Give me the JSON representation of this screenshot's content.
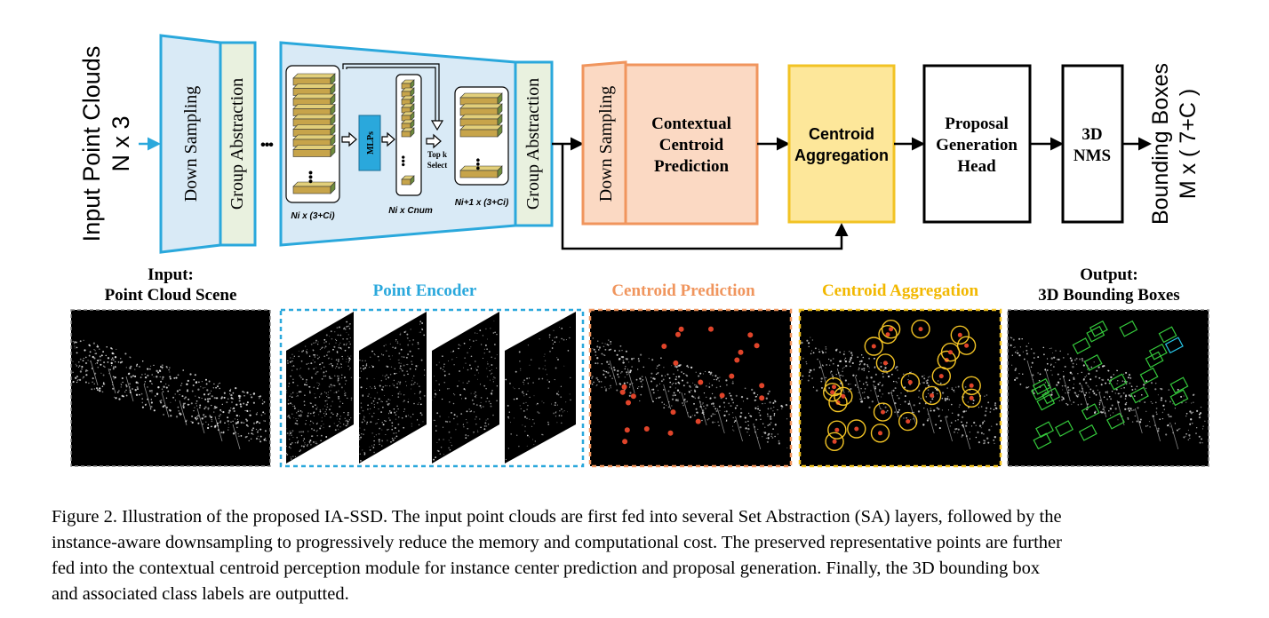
{
  "pipeline": {
    "input_label": "Input Point Clouds",
    "input_dims": "N x 3",
    "sa1": {
      "down_sampling": "Down Sampling",
      "group_abstraction": "Group Abstraction"
    },
    "ellipsis": "•••",
    "sa2": {
      "group_abstraction": "Group Abstraction",
      "mlps": "MLPs",
      "top_k_select": [
        "Top k",
        "Select"
      ],
      "dims_in": "Ni x (3+Ci)",
      "dims_mid": "Ni x Cnum",
      "dims_out": "Ni+1 x (3+Ci)"
    },
    "ccp": {
      "down_sampling": "Down Sampling",
      "title": [
        "Contextual",
        "Centroid",
        "Prediction"
      ]
    },
    "aggregation": [
      "Centroid",
      "Aggregation"
    ],
    "proposal_head": [
      "Proposal",
      "Generation",
      "Head"
    ],
    "nms": [
      "3D",
      "NMS"
    ],
    "output_label": "Bounding Boxes",
    "output_dims": "M x ( 7+C )"
  },
  "panels": {
    "input": [
      "Input:",
      "Point Cloud Scene"
    ],
    "encoder": "Point Encoder",
    "centroid_prediction": "Centroid Prediction",
    "centroid_aggregation": "Centroid Aggregation",
    "output": [
      "Output:",
      "3D Bounding Boxes"
    ]
  },
  "colors": {
    "blue_stroke": "#2aa8dc",
    "blue_fill": "#d9eaf6",
    "green_fill": "#e9f1df",
    "orange_stroke": "#f0955d",
    "orange_fill": "#fbd9c3",
    "yellow_stroke": "#f2c324",
    "yellow_fill": "#fde79a",
    "encoder_label": "#2aa8dc",
    "prediction_label": "#f0955d",
    "aggregation_label": "#f2b800"
  },
  "caption": [
    "Figure 2. Illustration of the proposed IA-SSD. The input point clouds are first fed into several Set Abstraction (SA) layers, followed by the",
    "instance-aware downsampling to progressively reduce the memory and computational cost. The preserved representative points are further",
    "fed into the contextual centroid perception module for instance center prediction and proposal generation. Finally, the 3D bounding box",
    "and associated class labels are outputted."
  ]
}
